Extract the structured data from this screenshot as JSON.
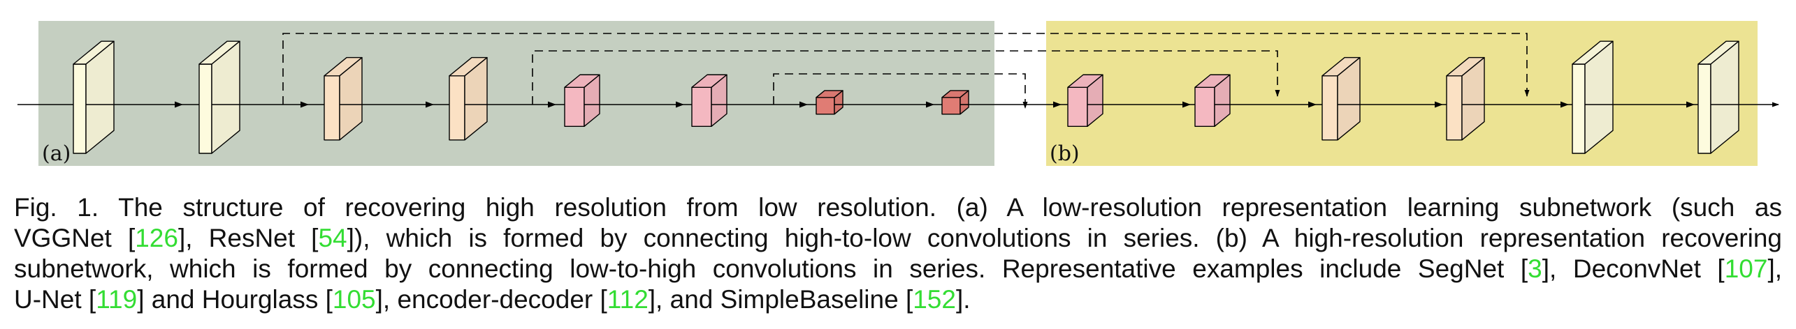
{
  "figure": {
    "panel_a_label": "(a)",
    "panel_b_label": "(b)",
    "colors": {
      "panel_a_bg": "#c5cfc1",
      "panel_b_bg": "#ece393",
      "block_level1": "#fdfbde",
      "block_level2": "#fbe1c4",
      "block_level3": "#f4b8c1",
      "block_level4": "#e07c74"
    }
  },
  "caption": {
    "lines": [
      [
        {
          "text": "Fig. 1. The structure of recovering high resolution from low resolution. (a) A low-resolution representation learning subnetwork (such as"
        }
      ],
      [
        {
          "text": "VGGNet ["
        },
        {
          "text": "126",
          "ref": true
        },
        {
          "text": "], ResNet ["
        },
        {
          "text": "54",
          "ref": true
        },
        {
          "text": "]), which is formed by connecting high-to-low convolutions in series. (b) A high-resolution representation recovering"
        }
      ],
      [
        {
          "text": "subnetwork, which is formed by connecting low-to-high convolutions in series. Representative examples include SegNet ["
        },
        {
          "text": "3",
          "ref": true
        },
        {
          "text": "], DeconvNet ["
        },
        {
          "text": "107",
          "ref": true
        },
        {
          "text": "],"
        }
      ],
      [
        {
          "text": "U-Net ["
        },
        {
          "text": "119",
          "ref": true
        },
        {
          "text": "] and Hourglass ["
        },
        {
          "text": "105",
          "ref": true
        },
        {
          "text": "], encoder-decoder ["
        },
        {
          "text": "112",
          "ref": true
        },
        {
          "text": "], and SimpleBaseline ["
        },
        {
          "text": "152",
          "ref": true
        },
        {
          "text": "]."
        }
      ]
    ]
  }
}
